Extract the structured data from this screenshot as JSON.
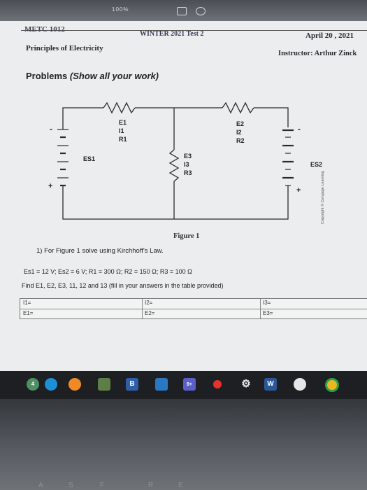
{
  "bezel": {
    "zoom_text": "100%"
  },
  "header": {
    "course": "METC 1012",
    "test": "WINTER 2021 Test 2",
    "date": "April 20  , 2021",
    "subject": "Principles of Electricity",
    "instructor": "Instructor: Arthur Zinck"
  },
  "problems_heading": {
    "bold": "Problems",
    "italic": "(Show all your work)"
  },
  "circuit": {
    "labels": {
      "e1": "E1",
      "i1": "I1",
      "r1": "R1",
      "e2": "E2",
      "i2": "I2",
      "r2": "R2",
      "e3": "E3",
      "i3": "I3",
      "r3": "R3",
      "es1": "ES1",
      "es2": "ES2",
      "minus": "-",
      "plus": "+"
    },
    "copyright": "Copyright © Cengage Learning"
  },
  "figure_caption": "Figure 1",
  "question": {
    "text": "1)  For Figure 1 solve using Kirchhoff's Law.",
    "values": "Es1 = 12 V; Es2 = 6 V; R1 = 300 Ω; R2 = 150 Ω; R3 = 100 Ω",
    "find": "Find E1, E2, E3, 11, 12 and 13 (fill in your answers in the table provided)"
  },
  "answer_table": {
    "row1": [
      "I1=",
      "I2=",
      "I3="
    ],
    "row2": [
      "E1=",
      "E2=",
      "E3="
    ]
  },
  "taskbar": {
    "icons": [
      "network-icon",
      "edge-icon",
      "firefox-icon",
      "calculator-icon",
      "blackboard-icon",
      "word-doc-icon",
      "teams-icon",
      "record-icon",
      "settings-icon",
      "word-icon",
      "office-icon",
      "chrome-icon"
    ],
    "blackboard_label": "B",
    "word_label": "W",
    "teams_badge": "9+",
    "network_badge": "4"
  },
  "keyboard_keys": [
    "A",
    "S",
    "F",
    "R",
    "E"
  ]
}
